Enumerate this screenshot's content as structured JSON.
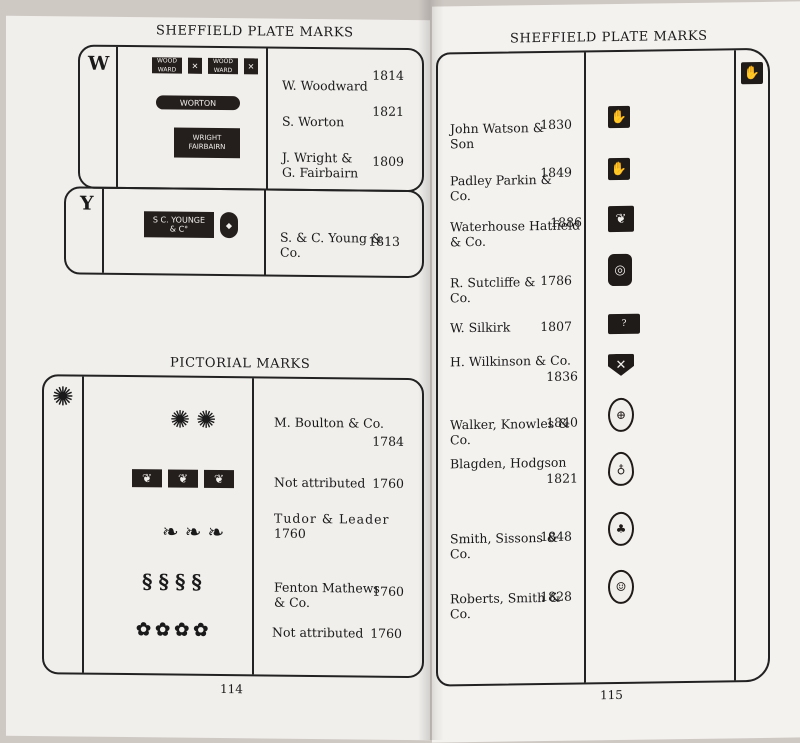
{
  "left_page": {
    "heading_top": "SHEFFIELD PLATE MARKS",
    "heading_pictorial": "PICTORIAL MARKS",
    "page_number": "114",
    "section_w": {
      "letter": "W",
      "stamp_wood": "WOOD WARD",
      "stamp_worton": "WORTON",
      "stamp_wright": "WRIGHT FAIRBAIRN",
      "entries": [
        {
          "name": "W. Woodward",
          "year": "1814"
        },
        {
          "name": "S. Worton",
          "year": "1821"
        },
        {
          "name": "J. Wright &\nG. Fairbairn",
          "year": "1809"
        }
      ]
    },
    "section_y": {
      "letter": "Y",
      "stamp": "S C. YOUNGE\n& C°",
      "entries": [
        {
          "name": "S. & C. Young &\nCo.",
          "year": "1813"
        }
      ]
    },
    "pictorial": {
      "icon": "sun-icon",
      "entries": [
        {
          "name": "M. Boulton & Co.",
          "year": "1784"
        },
        {
          "name": "Not attributed",
          "year": "1760"
        },
        {
          "name": "Tudor & Leader",
          "year": "1760"
        },
        {
          "name": "Fenton Mathews\n& Co.",
          "year": "1760"
        },
        {
          "name": "Not attributed",
          "year": "1760"
        }
      ]
    }
  },
  "right_page": {
    "heading": "SHEFFIELD PLATE MARKS",
    "page_number": "115",
    "corner_icon": "hand-icon",
    "entries": [
      {
        "name": "John Watson &\nSon",
        "year": "1830",
        "icon": "hand-icon"
      },
      {
        "name": "Padley Parkin &\nCo.",
        "year": "1849",
        "icon": "hand-icon"
      },
      {
        "name": "Waterhouse Hatfield\n& Co.",
        "year": "1886",
        "icon": "bird-icon"
      },
      {
        "name": "R. Sutcliffe &\nCo.",
        "year": "1786",
        "icon": "oval-crest-icon"
      },
      {
        "name": "W. Silkirk",
        "year": "1807",
        "icon": "initials-mark-icon"
      },
      {
        "name": "H. Wilkinson & Co.",
        "year": "1836",
        "icon": "shield-icon"
      },
      {
        "name": "Walker, Knowles &\nCo.",
        "year": "1840",
        "icon": "orb-icon"
      },
      {
        "name": "Blagden, Hodgson",
        "year": "1821",
        "icon": "orb-cross-icon"
      },
      {
        "name": "Smith, Sissons &\nCo.",
        "year": "1848",
        "icon": "oval-tree-icon"
      },
      {
        "name": "Roberts, Smith &\nCo.",
        "year": "1828",
        "icon": "oval-head-icon"
      }
    ]
  }
}
